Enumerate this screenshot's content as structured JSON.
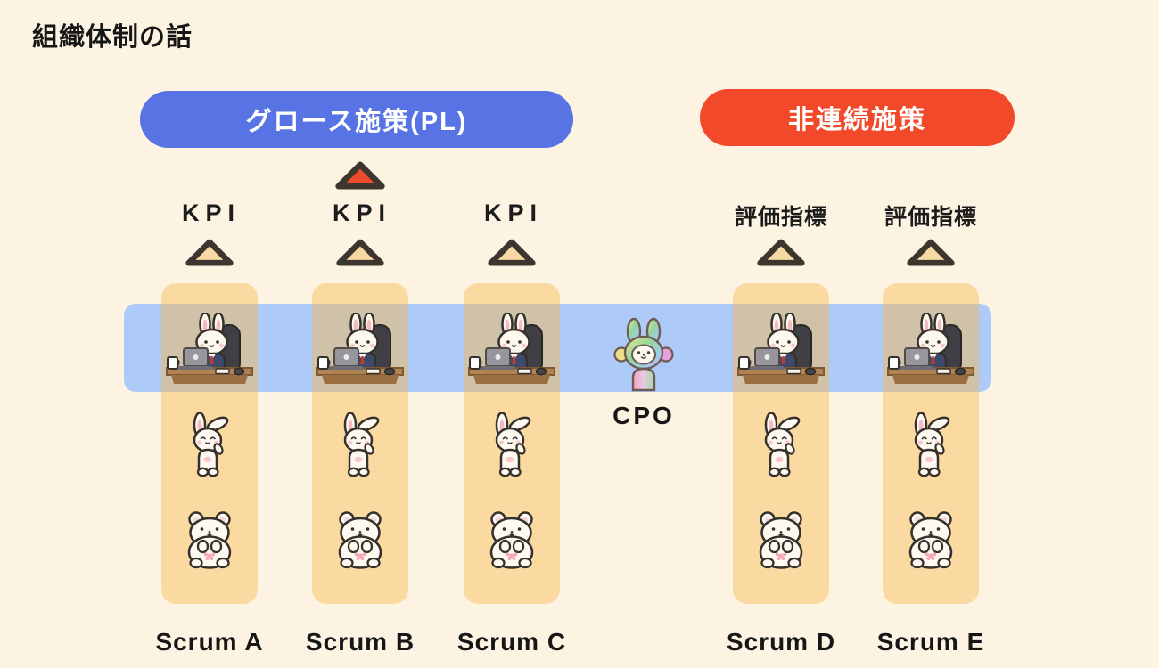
{
  "page": {
    "title": "組織体制の話"
  },
  "legend": {
    "growth_badge": "グロース施策(PL)",
    "discontinuous_badge": "非連続施策"
  },
  "band": {
    "role_label": "CPO"
  },
  "columns": [
    {
      "scrum": "Scrum A",
      "metric": "KPI",
      "overachieved_triangle": false
    },
    {
      "scrum": "Scrum B",
      "metric": "KPI",
      "overachieved_triangle": true
    },
    {
      "scrum": "Scrum C",
      "metric": "KPI",
      "overachieved_triangle": false
    },
    {
      "scrum": "Scrum D",
      "metric": "評価指標",
      "overachieved_triangle": false
    },
    {
      "scrum": "Scrum E",
      "metric": "評価指標",
      "overachieved_triangle": false
    }
  ],
  "icons": {
    "goal_triangle": "triangle-outline",
    "overachieved_triangle": "red-triangle",
    "scrum_lead": "rabbit-working-at-desk",
    "member_rabbit": "standing-rabbit",
    "member_bear": "sitting-bear",
    "cpo_character": "rainbow-rabbit"
  },
  "colors": {
    "background": "#FDF3E2",
    "growth_badge": "#5873E3",
    "discontinuous_badge": "#F2492B",
    "badge_text": "#FFFFFF",
    "scrum_column": "#FBDAA2",
    "cpo_band": "#AECAF8",
    "column_band_overlap": "#CFC2A8",
    "goal_triangle_fill": "#F8D9A4",
    "overachieved_triangle_fill": "#EE4C2E",
    "triangle_stroke": "#3C362E",
    "text": "#1C1C1C"
  }
}
